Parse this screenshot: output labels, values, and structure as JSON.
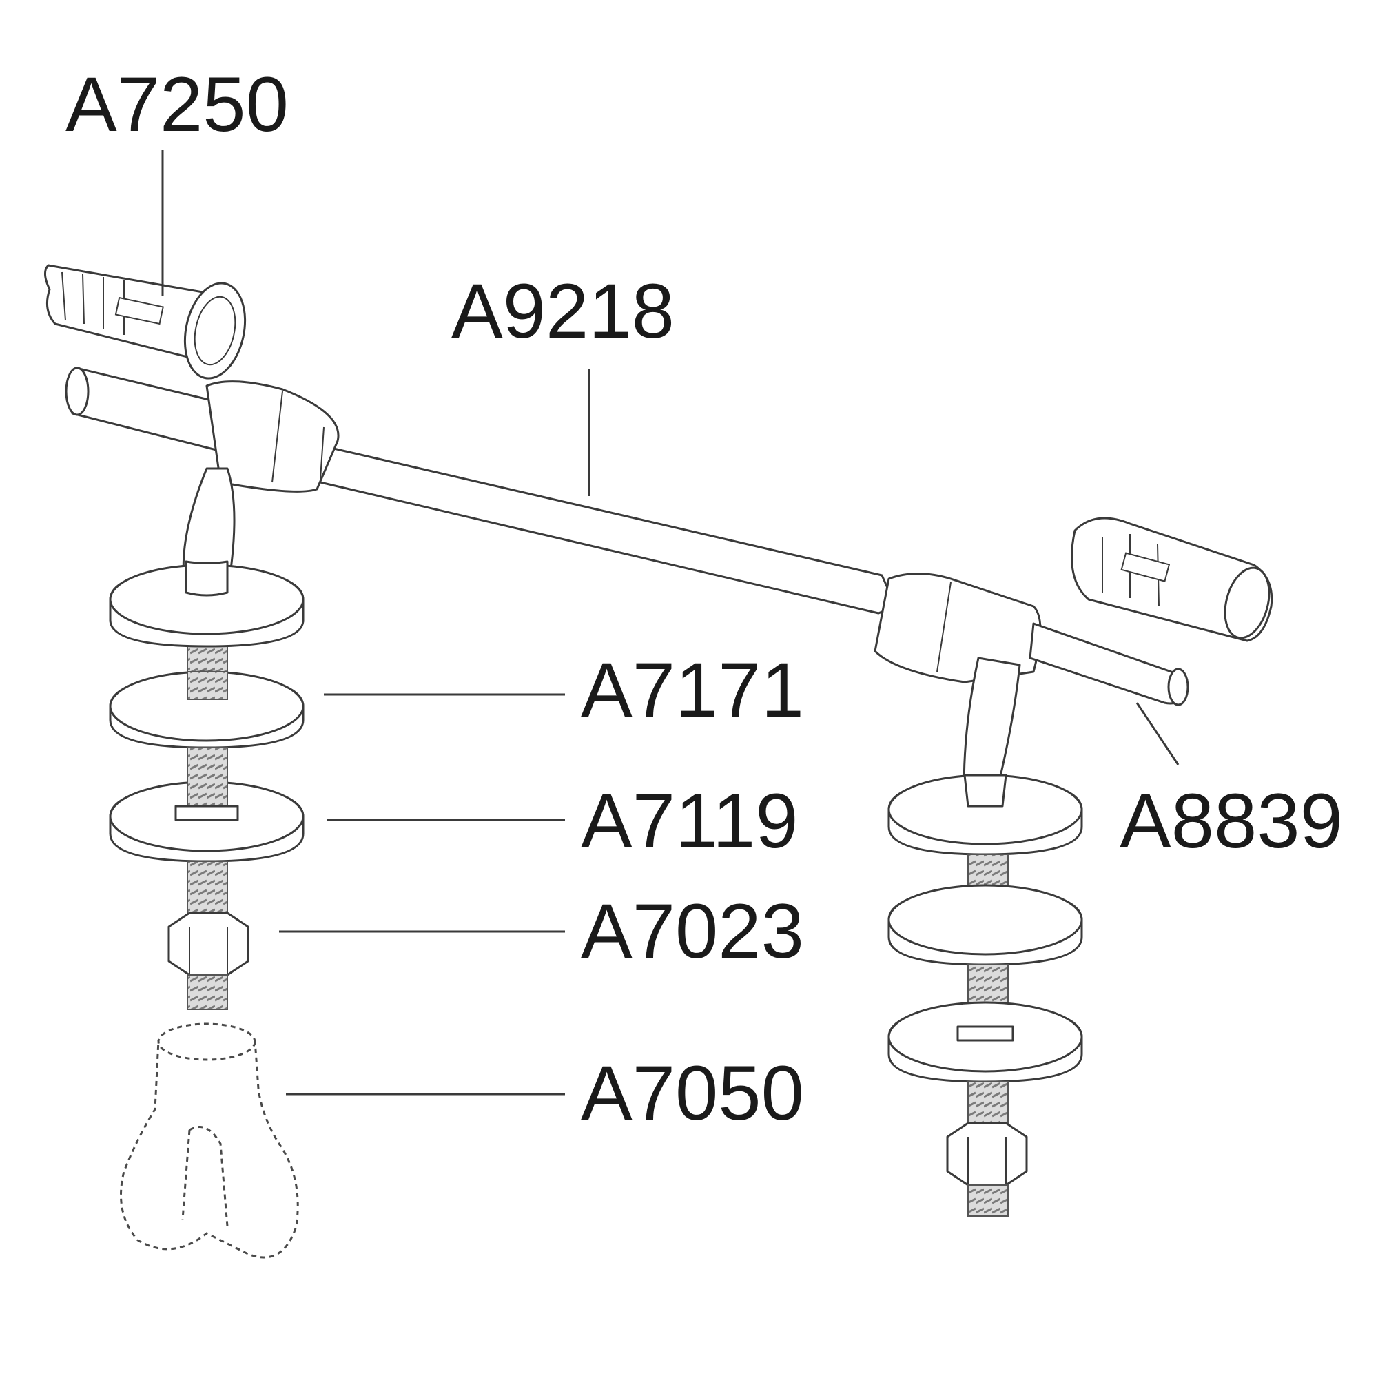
{
  "diagram": {
    "parts": [
      {
        "id": "a7250",
        "label": "A7250"
      },
      {
        "id": "a9218",
        "label": "A9218"
      },
      {
        "id": "a7171",
        "label": "A7171"
      },
      {
        "id": "a7119",
        "label": "A7119"
      },
      {
        "id": "a8839",
        "label": "A8839"
      },
      {
        "id": "a7023",
        "label": "A7023"
      },
      {
        "id": "a7050",
        "label": "A7050"
      }
    ]
  }
}
